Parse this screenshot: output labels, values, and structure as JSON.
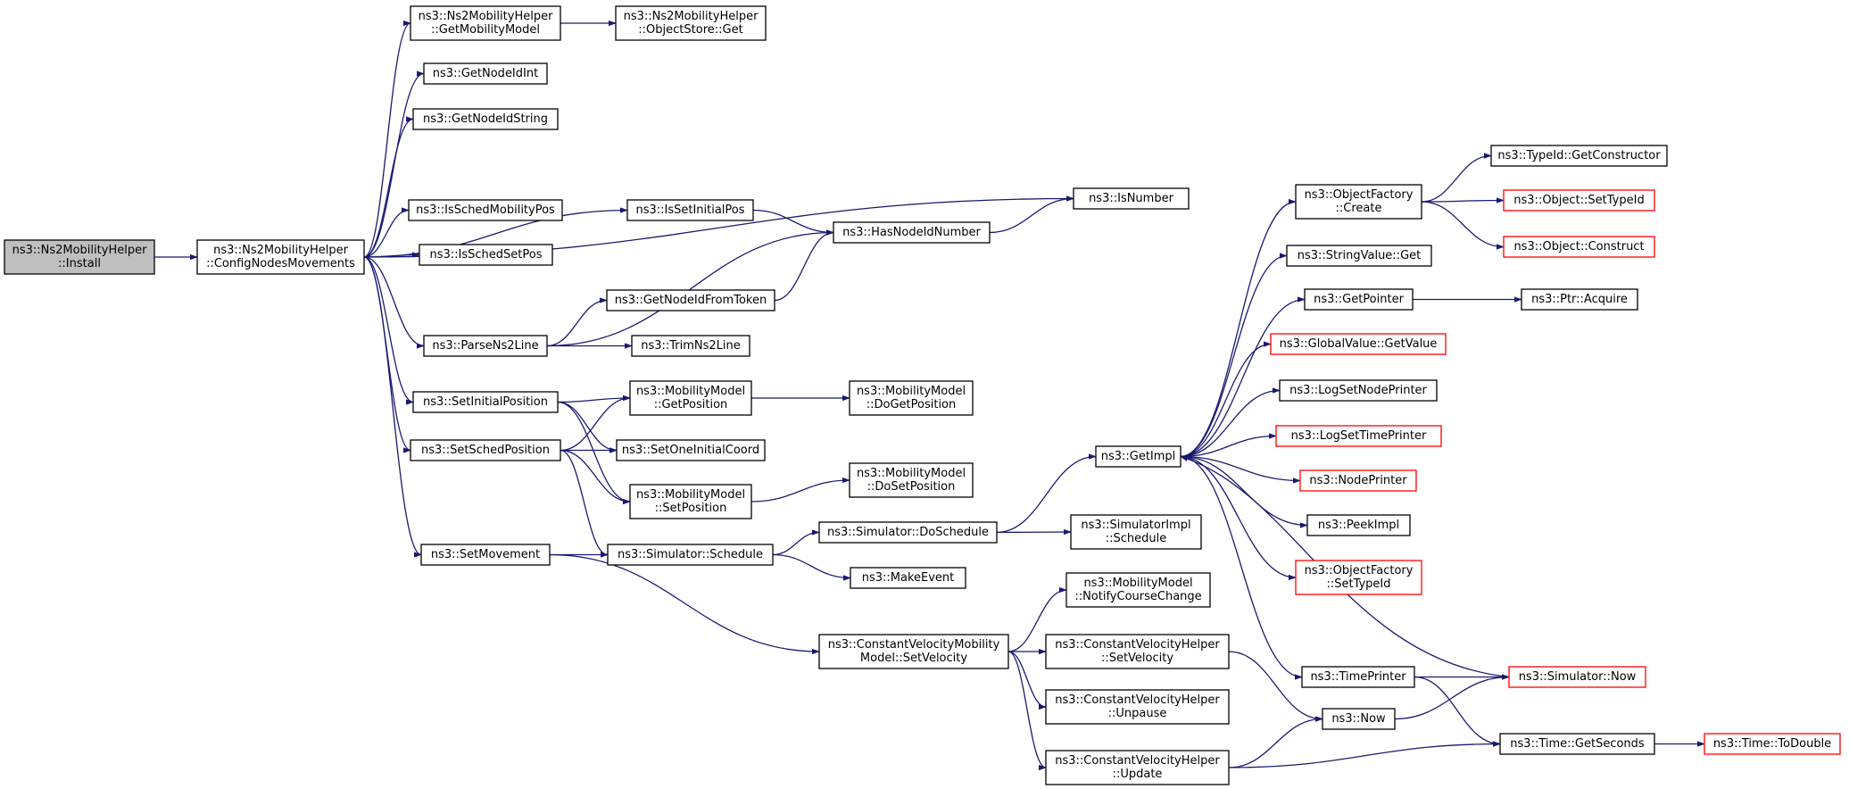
{
  "colors": {
    "edge": "#191970",
    "box_normal": "#000000",
    "box_truncated": "#ff0000",
    "box_root_fill": "#bfbfbf",
    "box_fill": "#ffffff"
  },
  "nodes": [
    {
      "id": "install",
      "lines": [
        "ns3::Ns2MobilityHelper",
        "::Install"
      ],
      "kind": "root"
    },
    {
      "id": "config",
      "lines": [
        "ns3::Ns2MobilityHelper",
        "::ConfigNodesMovements"
      ],
      "kind": "normal"
    },
    {
      "id": "getmob",
      "lines": [
        "ns3::Ns2MobilityHelper",
        "::GetMobilityModel"
      ],
      "kind": "normal"
    },
    {
      "id": "objstore",
      "lines": [
        "ns3::Ns2MobilityHelper",
        "::ObjectStore::Get"
      ],
      "kind": "normal"
    },
    {
      "id": "getnodeidint",
      "lines": [
        "ns3::GetNodeIdInt"
      ],
      "kind": "normal"
    },
    {
      "id": "getnodeidstring",
      "lines": [
        "ns3::GetNodeIdString"
      ],
      "kind": "normal"
    },
    {
      "id": "isschedmob",
      "lines": [
        "ns3::IsSchedMobilityPos"
      ],
      "kind": "normal"
    },
    {
      "id": "isschedset",
      "lines": [
        "ns3::IsSchedSetPos"
      ],
      "kind": "normal"
    },
    {
      "id": "parse",
      "lines": [
        "ns3::ParseNs2Line"
      ],
      "kind": "normal"
    },
    {
      "id": "setinit",
      "lines": [
        "ns3::SetInitialPosition"
      ],
      "kind": "normal"
    },
    {
      "id": "setsched",
      "lines": [
        "ns3::SetSchedPosition"
      ],
      "kind": "normal"
    },
    {
      "id": "setmove",
      "lines": [
        "ns3::SetMovement"
      ],
      "kind": "normal"
    },
    {
      "id": "issetinit",
      "lines": [
        "ns3::IsSetInitialPos"
      ],
      "kind": "normal"
    },
    {
      "id": "hasnode",
      "lines": [
        "ns3::HasNodeIdNumber"
      ],
      "kind": "normal"
    },
    {
      "id": "isnumber",
      "lines": [
        "ns3::IsNumber"
      ],
      "kind": "normal"
    },
    {
      "id": "getnodefromtoken",
      "lines": [
        "ns3::GetNodeIdFromToken"
      ],
      "kind": "normal"
    },
    {
      "id": "trim",
      "lines": [
        "ns3::TrimNs2Line"
      ],
      "kind": "normal"
    },
    {
      "id": "getpos",
      "lines": [
        "ns3::MobilityModel",
        "::GetPosition"
      ],
      "kind": "normal"
    },
    {
      "id": "dogetpos",
      "lines": [
        "ns3::MobilityModel",
        "::DoGetPosition"
      ],
      "kind": "normal"
    },
    {
      "id": "setoneinit",
      "lines": [
        "ns3::SetOneInitialCoord"
      ],
      "kind": "normal"
    },
    {
      "id": "setpos",
      "lines": [
        "ns3::MobilityModel",
        "::SetPosition"
      ],
      "kind": "normal"
    },
    {
      "id": "dosetpos",
      "lines": [
        "ns3::MobilityModel",
        "::DoSetPosition"
      ],
      "kind": "normal"
    },
    {
      "id": "schedule",
      "lines": [
        "ns3::Simulator::Schedule"
      ],
      "kind": "normal"
    },
    {
      "id": "doschedule",
      "lines": [
        "ns3::Simulator::DoSchedule"
      ],
      "kind": "normal"
    },
    {
      "id": "makeevent",
      "lines": [
        "ns3::MakeEvent"
      ],
      "kind": "normal"
    },
    {
      "id": "simimpl",
      "lines": [
        "ns3::SimulatorImpl",
        "::Schedule"
      ],
      "kind": "normal"
    },
    {
      "id": "getimpl",
      "lines": [
        "ns3::GetImpl"
      ],
      "kind": "normal"
    },
    {
      "id": "cvmsetvel",
      "lines": [
        "ns3::ConstantVelocityMobility",
        "Model::SetVelocity"
      ],
      "kind": "normal"
    },
    {
      "id": "notify",
      "lines": [
        "ns3::MobilityModel",
        "::NotifyCourseChange"
      ],
      "kind": "normal"
    },
    {
      "id": "cvhsetvel",
      "lines": [
        "ns3::ConstantVelocityHelper",
        "::SetVelocity"
      ],
      "kind": "normal"
    },
    {
      "id": "unpause",
      "lines": [
        "ns3::ConstantVelocityHelper",
        "::Unpause"
      ],
      "kind": "normal"
    },
    {
      "id": "update",
      "lines": [
        "ns3::ConstantVelocityHelper",
        "::Update"
      ],
      "kind": "normal"
    },
    {
      "id": "objfcreate",
      "lines": [
        "ns3::ObjectFactory",
        "::Create"
      ],
      "kind": "normal"
    },
    {
      "id": "strget",
      "lines": [
        "ns3::StringValue::Get"
      ],
      "kind": "normal"
    },
    {
      "id": "getpointer",
      "lines": [
        "ns3::GetPointer"
      ],
      "kind": "normal"
    },
    {
      "id": "globalval",
      "lines": [
        "ns3::GlobalValue::GetValue"
      ],
      "kind": "truncated"
    },
    {
      "id": "lognode",
      "lines": [
        "ns3::LogSetNodePrinter"
      ],
      "kind": "normal"
    },
    {
      "id": "logtime",
      "lines": [
        "ns3::LogSetTimePrinter"
      ],
      "kind": "truncated"
    },
    {
      "id": "nodeprinter",
      "lines": [
        "ns3::NodePrinter"
      ],
      "kind": "truncated"
    },
    {
      "id": "peekimpl",
      "lines": [
        "ns3::PeekImpl"
      ],
      "kind": "normal"
    },
    {
      "id": "objfsettype",
      "lines": [
        "ns3::ObjectFactory",
        "::SetTypeId"
      ],
      "kind": "truncated"
    },
    {
      "id": "timeprinter",
      "lines": [
        "ns3::TimePrinter"
      ],
      "kind": "normal"
    },
    {
      "id": "now",
      "lines": [
        "ns3::Now"
      ],
      "kind": "normal"
    },
    {
      "id": "getctor",
      "lines": [
        "ns3::TypeId::GetConstructor"
      ],
      "kind": "normal"
    },
    {
      "id": "objsettype",
      "lines": [
        "ns3::Object::SetTypeId"
      ],
      "kind": "truncated"
    },
    {
      "id": "objconstruct",
      "lines": [
        "ns3::Object::Construct"
      ],
      "kind": "truncated"
    },
    {
      "id": "ptracquire",
      "lines": [
        "ns3::Ptr::Acquire"
      ],
      "kind": "normal"
    },
    {
      "id": "simnow",
      "lines": [
        "ns3::Simulator::Now"
      ],
      "kind": "truncated"
    },
    {
      "id": "getseconds",
      "lines": [
        "ns3::Time::GetSeconds"
      ],
      "kind": "normal"
    },
    {
      "id": "todouble",
      "lines": [
        "ns3::Time::ToDouble"
      ],
      "kind": "truncated"
    }
  ],
  "edges": [
    [
      "install",
      "config"
    ],
    [
      "config",
      "getmob"
    ],
    [
      "config",
      "getnodeidint"
    ],
    [
      "config",
      "getnodeidstring"
    ],
    [
      "config",
      "isnumber"
    ],
    [
      "config",
      "isschedmob"
    ],
    [
      "config",
      "isschedset"
    ],
    [
      "config",
      "issetinit"
    ],
    [
      "config",
      "parse"
    ],
    [
      "config",
      "setinit"
    ],
    [
      "config",
      "setsched"
    ],
    [
      "config",
      "setmove"
    ],
    [
      "getmob",
      "objstore"
    ],
    [
      "issetinit",
      "hasnode"
    ],
    [
      "hasnode",
      "isnumber"
    ],
    [
      "parse",
      "hasnode"
    ],
    [
      "parse",
      "getnodefromtoken"
    ],
    [
      "parse",
      "trim"
    ],
    [
      "getnodefromtoken",
      "hasnode"
    ],
    [
      "setinit",
      "getpos"
    ],
    [
      "setinit",
      "setoneinit"
    ],
    [
      "setinit",
      "setpos"
    ],
    [
      "setsched",
      "getpos"
    ],
    [
      "setsched",
      "setoneinit"
    ],
    [
      "setsched",
      "setpos"
    ],
    [
      "setsched",
      "schedule"
    ],
    [
      "setmove",
      "schedule"
    ],
    [
      "setmove",
      "cvmsetvel"
    ],
    [
      "getpos",
      "dogetpos"
    ],
    [
      "setpos",
      "dosetpos"
    ],
    [
      "schedule",
      "doschedule"
    ],
    [
      "schedule",
      "makeevent"
    ],
    [
      "doschedule",
      "simimpl"
    ],
    [
      "doschedule",
      "getimpl"
    ],
    [
      "cvmsetvel",
      "notify"
    ],
    [
      "cvmsetvel",
      "cvhsetvel"
    ],
    [
      "cvmsetvel",
      "unpause"
    ],
    [
      "cvmsetvel",
      "update"
    ],
    [
      "cvhsetvel",
      "now"
    ],
    [
      "update",
      "now"
    ],
    [
      "update",
      "getseconds"
    ],
    [
      "getimpl",
      "objfcreate"
    ],
    [
      "getimpl",
      "strget"
    ],
    [
      "getimpl",
      "getpointer"
    ],
    [
      "getimpl",
      "globalval"
    ],
    [
      "getimpl",
      "lognode"
    ],
    [
      "getimpl",
      "logtime"
    ],
    [
      "getimpl",
      "nodeprinter"
    ],
    [
      "getimpl",
      "peekimpl"
    ],
    [
      "getimpl",
      "objfsettype"
    ],
    [
      "getimpl",
      "timeprinter"
    ],
    [
      "objfcreate",
      "getctor"
    ],
    [
      "objfcreate",
      "objsettype"
    ],
    [
      "objfcreate",
      "objconstruct"
    ],
    [
      "getpointer",
      "ptracquire"
    ],
    [
      "timeprinter",
      "simnow"
    ],
    [
      "timeprinter",
      "getseconds"
    ],
    [
      "simnow",
      "getimpl"
    ],
    [
      "now",
      "simnow"
    ],
    [
      "getseconds",
      "todouble"
    ]
  ]
}
